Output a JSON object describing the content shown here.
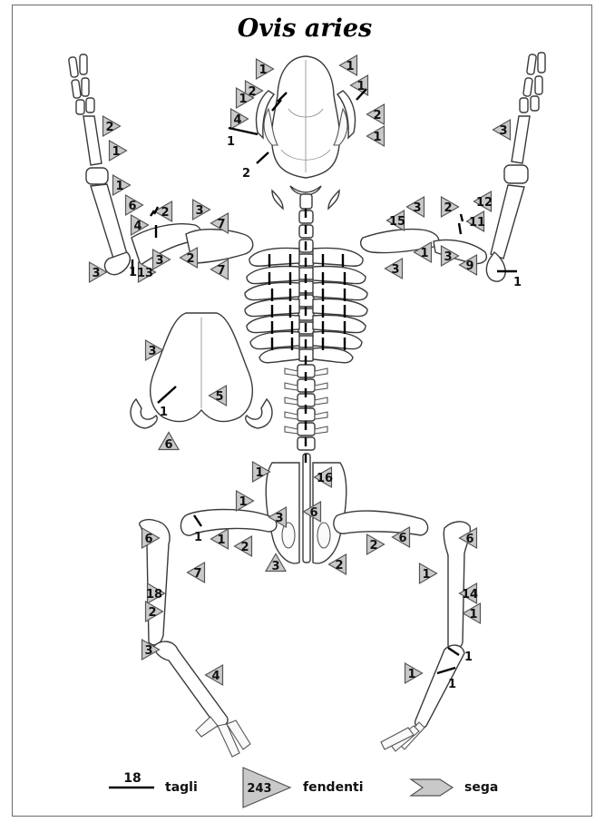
{
  "title": "Ovis aries",
  "colors": {
    "marker_fill": "#c9c9c9",
    "cut_line": "#000000",
    "bone_outline": "#3a3a3a"
  },
  "markers": {
    "skull_left": [
      "1",
      "4",
      "2",
      "1"
    ],
    "skull_right": [
      "1",
      "1",
      "2",
      "1"
    ],
    "skull_cuts": [
      "1",
      "2"
    ],
    "left_foreleg": [
      "2",
      "1",
      "1",
      "6",
      "4",
      "2",
      "3",
      "7",
      "3",
      "13",
      "3",
      "2",
      "7"
    ],
    "left_foreleg_cut": "1",
    "right_foreleg": [
      "3",
      "15",
      "3",
      "2",
      "12",
      "11",
      "3",
      "1",
      "3",
      "9"
    ],
    "right_foreleg_cut": "1",
    "small_skull": [
      "3",
      "5",
      "6"
    ],
    "small_skull_cut": "1",
    "pelvis": [
      "1",
      "16",
      "1",
      "3",
      "6",
      "1",
      "2",
      "3",
      "2"
    ],
    "pelvis_cut": "1",
    "left_hindleg": [
      "6",
      "7",
      "18",
      "2",
      "3",
      "4"
    ],
    "right_hindleg_femur": [
      "2",
      "6"
    ],
    "right_hindleg": [
      "6",
      "1",
      "14",
      "1",
      "1"
    ],
    "right_hindleg_cuts": [
      "1",
      "1"
    ]
  },
  "legend": {
    "cut_number": "18",
    "cut_label": "tagli",
    "chop_number": "243",
    "chop_label": "fendenti",
    "saw_label": "sega"
  }
}
